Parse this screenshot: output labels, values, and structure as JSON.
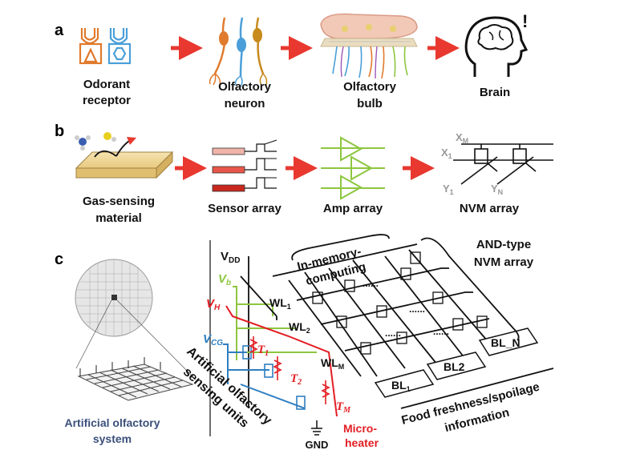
{
  "panels": {
    "a": {
      "letter": "a",
      "steps": [
        {
          "line1": "Odorant",
          "line2": "receptor"
        },
        {
          "line1": "Olfactory",
          "line2": "neuron"
        },
        {
          "line1": "Olfactory",
          "line2": "bulb"
        },
        {
          "line1": "Brain",
          "line2": ""
        }
      ],
      "exclaim": "!"
    },
    "b": {
      "letter": "b",
      "steps": [
        {
          "line1": "Gas-sensing",
          "line2": "material"
        },
        {
          "line1": "Sensor array",
          "line2": ""
        },
        {
          "line1": "Amp array",
          "line2": ""
        },
        {
          "line1": "NVM array",
          "line2": ""
        }
      ],
      "nvm_labels": {
        "xm": "X",
        "xm_sub": "M",
        "x1": "X",
        "x1_sub": "1",
        "y1": "Y",
        "y1_sub": "1",
        "yn": "Y",
        "yn_sub": "N"
      }
    },
    "c": {
      "letter": "c",
      "vdd": "V",
      "vdd_sub": "DD",
      "vb": "V",
      "vb_sub": "b",
      "vh": "V",
      "vh_sub": "H",
      "vcg": "V",
      "vcg_sub": "CG",
      "t1": "T",
      "t1_sub": "1",
      "t2": "T",
      "t2_sub": "2",
      "tm": "T",
      "tm_sub": "M",
      "wl1": "WL",
      "wl1_sub": "1",
      "wl2": "WL",
      "wl2_sub": "2",
      "wlm": "WL",
      "wlm_sub": "M",
      "bl1": "BL",
      "bl1_sub": "1",
      "bl2": "BL2",
      "bln": "BL_N",
      "gnd": "GND",
      "microheater_line1": "Micro-",
      "microheater_line2": "heater",
      "imc_line1": "In-memory-",
      "imc_line2": "computing",
      "and_line1": "AND-type",
      "and_line2": "NVM array",
      "food_line1": "Food freshness/spoilage",
      "food_line2": "information",
      "sensing_line1": "Artificial olfactory",
      "sensing_line2": "sensing units",
      "system_line1": "Artificial olfactory",
      "system_line2": "system",
      "dots": "......"
    }
  },
  "colors": {
    "arrow": "#e8382f",
    "orange": "#e07a2c",
    "blue": "#4a9fd8",
    "green": "#8dc63f",
    "red": "#e31e24",
    "wire_blue": "#2f7ec0",
    "system_text": "#3a4f7a"
  }
}
